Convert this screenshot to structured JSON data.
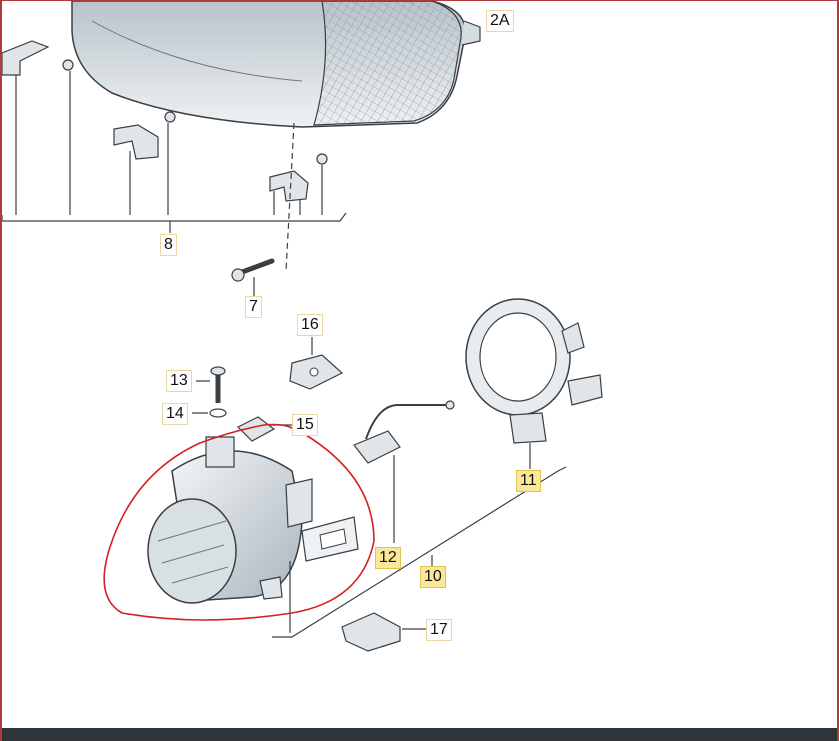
{
  "diagram": {
    "callouts": [
      {
        "id": "2A",
        "label": "2A",
        "highlight": false
      },
      {
        "id": "8",
        "label": "8",
        "highlight": false
      },
      {
        "id": "7",
        "label": "7",
        "highlight": false
      },
      {
        "id": "16",
        "label": "16",
        "highlight": false
      },
      {
        "id": "13",
        "label": "13",
        "highlight": false
      },
      {
        "id": "14",
        "label": "14",
        "highlight": false
      },
      {
        "id": "15",
        "label": "15",
        "highlight": false
      },
      {
        "id": "11",
        "label": "11",
        "highlight": true
      },
      {
        "id": "12",
        "label": "12",
        "highlight": true
      },
      {
        "id": "10",
        "label": "10",
        "highlight": true
      },
      {
        "id": "17",
        "label": "17",
        "highlight": false
      }
    ],
    "colors": {
      "highlight": "#fbe79a",
      "annotation": "#d42020",
      "part_fill": "#e4eaee",
      "part_stroke": "#3a3f44",
      "bottom_bar": "#2e3438"
    }
  }
}
